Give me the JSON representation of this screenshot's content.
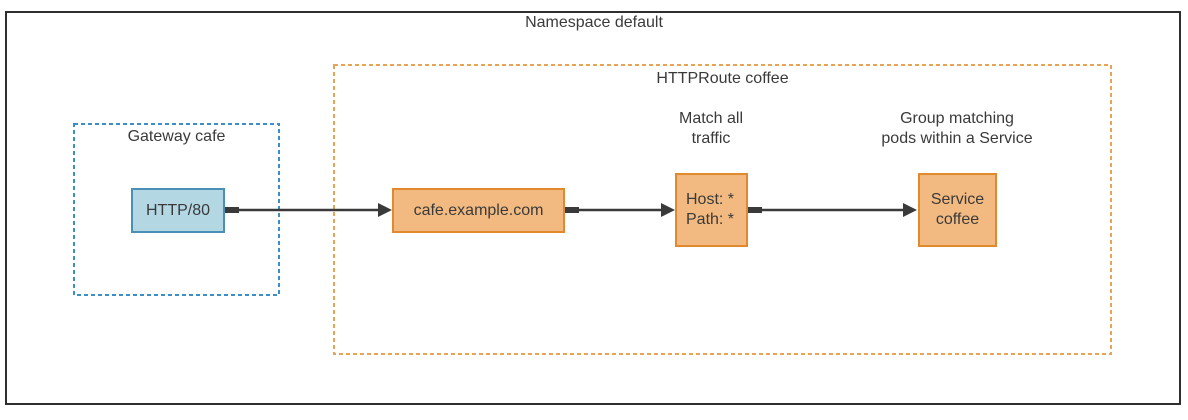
{
  "containers": {
    "namespace": {
      "label": "Namespace default"
    },
    "gateway": {
      "label": "Gateway cafe"
    },
    "httproute": {
      "label": "HTTPRoute coffee"
    }
  },
  "nodes": {
    "listener": {
      "label": "HTTP/80"
    },
    "hostname": {
      "label": "cafe.example.com"
    },
    "match": {
      "line1": "Host: *",
      "line2": "Path: *"
    },
    "service": {
      "line1": "Service",
      "line2": "coffee"
    }
  },
  "annotations": {
    "match": {
      "line1": "Match all",
      "line2": "traffic"
    },
    "service": {
      "line1": "Group matching",
      "line2": "pods within a Service"
    }
  },
  "edges": [
    {
      "from": "HTTP/80",
      "to": "cafe.example.com"
    },
    {
      "from": "cafe.example.com",
      "to": "Host/Path match"
    },
    {
      "from": "Host/Path match",
      "to": "Service coffee"
    }
  ],
  "colors": {
    "outer_border": "#2f2f2f",
    "gateway_dashed_border": "#3b8ec8",
    "gateway_node_fill": "#b3d7e3",
    "gateway_node_border": "#4a8fb5",
    "httproute_dashed_border": "#e8a455",
    "httproute_node_fill": "#f2ba81",
    "httproute_node_border": "#e0892f",
    "arrow": "#3a3a3a",
    "text": "#3a3a3a"
  }
}
